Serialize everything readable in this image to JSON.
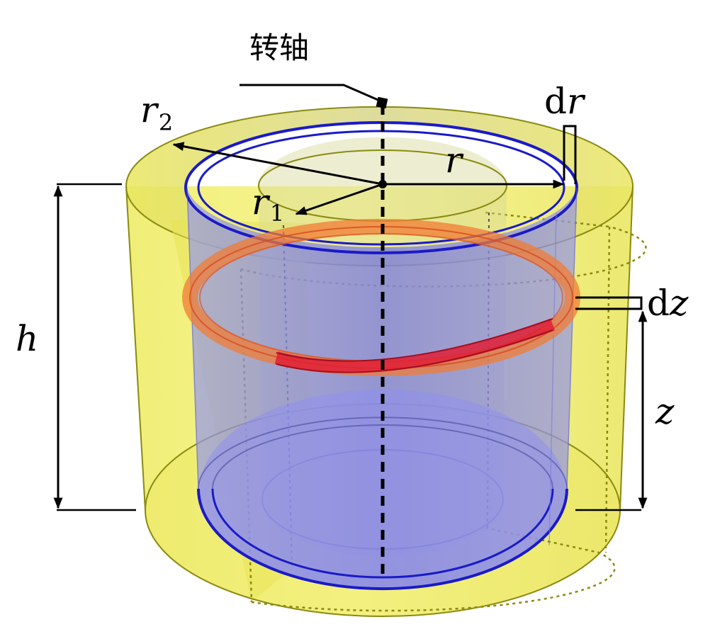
{
  "labels": {
    "axis": "转轴",
    "r": "r",
    "r1_base": "r",
    "r1_sub": "1",
    "r2_base": "r",
    "r2_sub": "2",
    "dr_d": "d",
    "dr_r": "r",
    "dz_d": "d",
    "dz_z": "z",
    "h": "h",
    "z": "z"
  },
  "colors": {
    "outer_shell": "#e6e04a",
    "outer_edge": "#8a8a10",
    "inner_shell": "#8b8cf0",
    "inner_edge": "#1a1ac8",
    "ring": "#f07c36",
    "ring_front": "#e01e36",
    "line": "#000000"
  }
}
